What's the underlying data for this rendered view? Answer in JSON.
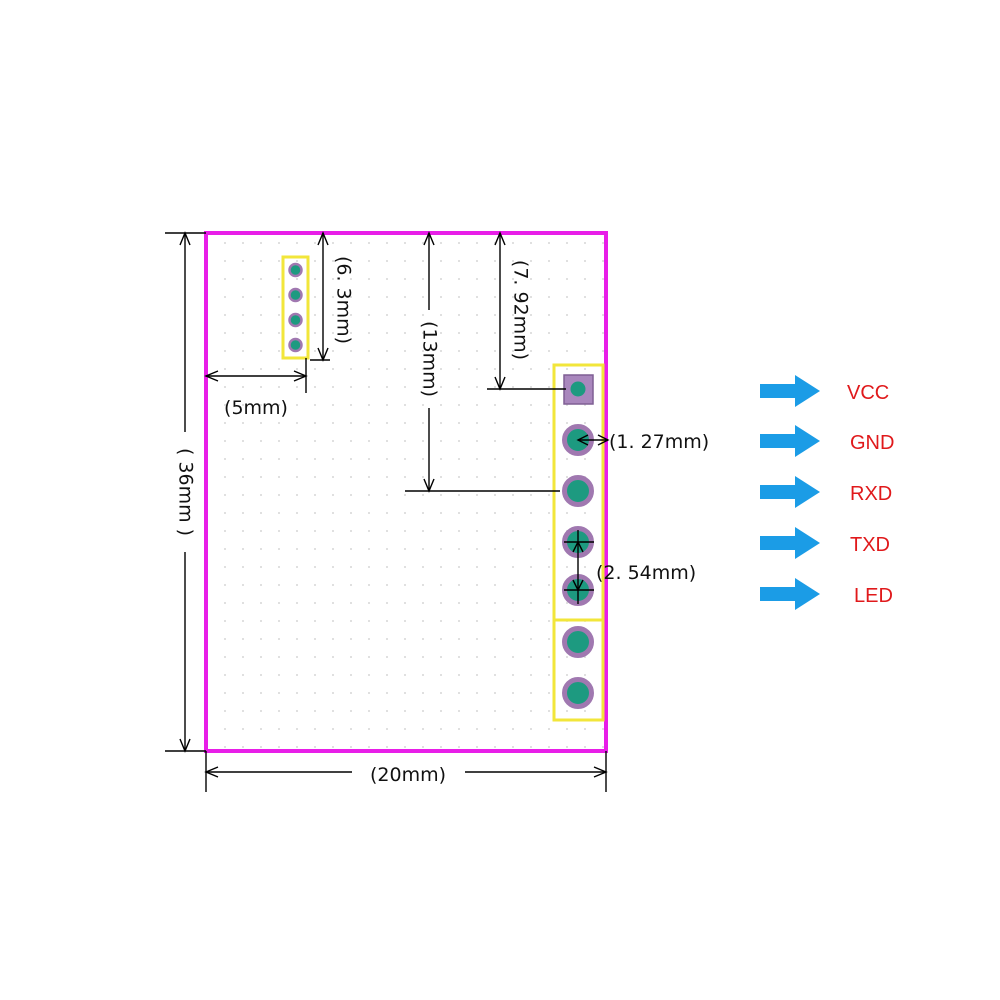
{
  "colors": {
    "board_outline": "#e81ee8",
    "header_outline": "#f2e63a",
    "pad_fill": "#1d9a80",
    "pad_ring": "#a078b0",
    "square_pad_fill": "#a987bd",
    "arrow": "#1b9ce6",
    "pin_label": "#e0191b",
    "dimension_line": "#000000",
    "dot_grid": "#d6d6d6"
  },
  "dimensions": {
    "height": "( 36mm )",
    "width": "(20mm)",
    "left_offset": "(5mm)",
    "small_header_offset": "(6. 3mm)",
    "mid_offset": "(13mm)",
    "header_top_offset": "(7. 92mm)",
    "pad_radius": "(1. 27mm)",
    "pitch": "(2. 54mm)"
  },
  "pins": [
    "VCC",
    "GND",
    "RXD",
    "TXD",
    "LED"
  ],
  "icons": {
    "pin_arrow": "right-arrow-icon"
  }
}
